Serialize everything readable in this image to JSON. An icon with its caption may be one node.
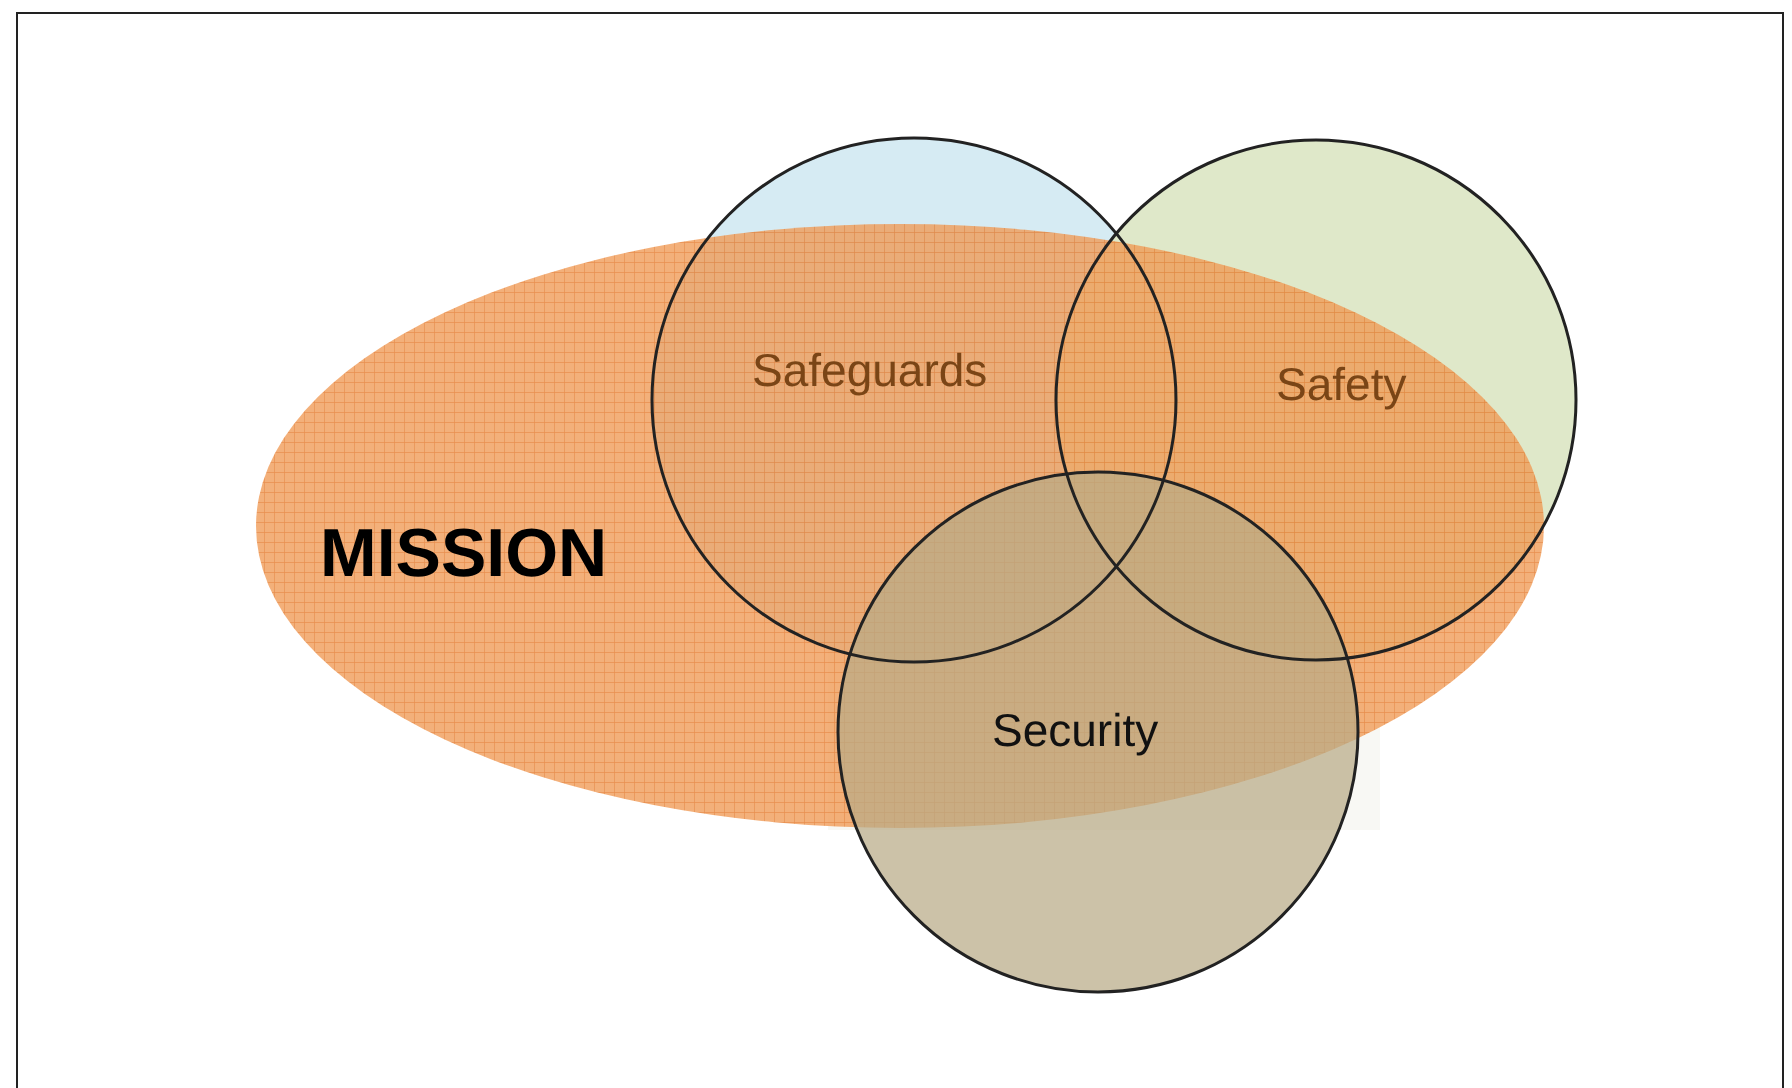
{
  "diagram": {
    "nodes": [
      {
        "text": [
          "MISSION"
        ]
      },
      {
        "text": [
          "Safeguards"
        ]
      },
      {
        "text": [
          "Safety"
        ]
      },
      {
        "text": [
          "Security"
        ]
      }
    ],
    "edges": []
  }
}
